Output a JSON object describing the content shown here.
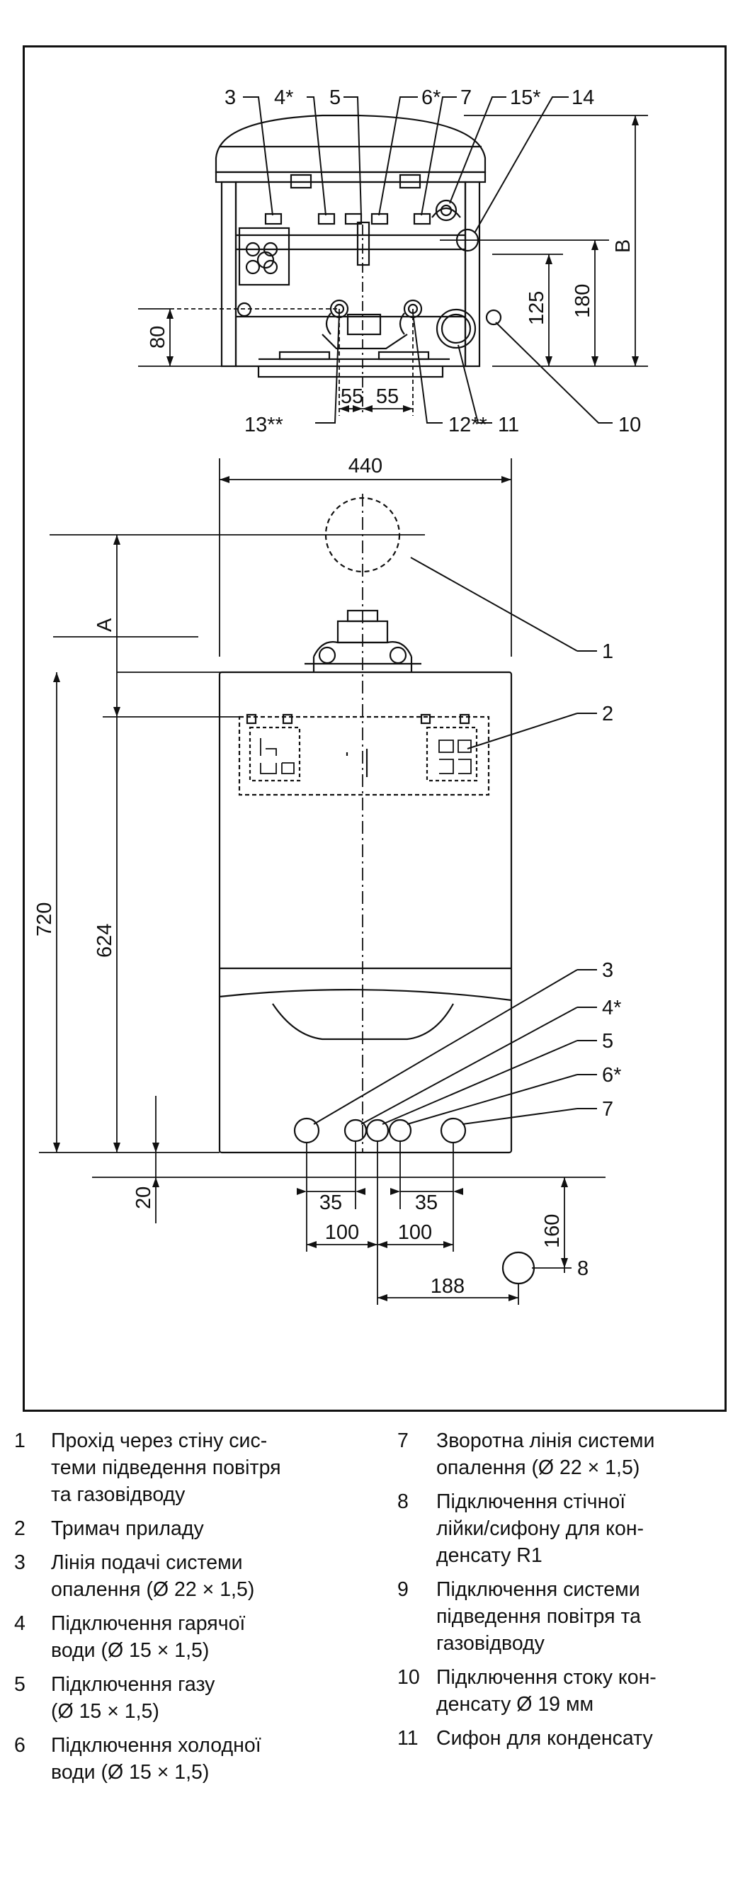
{
  "top_view": {
    "callouts": [
      "3",
      "4*",
      "5",
      "6*",
      "7",
      "15*",
      "14"
    ],
    "bottom_callouts": [
      "13**",
      "12**",
      "11",
      "10"
    ],
    "dims": {
      "d80": "80",
      "d55a": "55",
      "d55b": "55",
      "d125": "125",
      "d180": "180",
      "dB": "B"
    }
  },
  "front_view": {
    "dims": {
      "d440": "440",
      "dA": "A",
      "d720": "720",
      "d624": "624",
      "d20": "20",
      "d35a": "35",
      "d35b": "35",
      "d100a": "100",
      "d100b": "100",
      "d160": "160",
      "d188": "188"
    },
    "callouts": [
      "1",
      "2",
      "3",
      "4*",
      "5",
      "6*",
      "7",
      "8"
    ]
  },
  "legend": {
    "left": [
      {
        "num": "1",
        "text": "Прохід через стіну сис-\nтеми підведення повітря\nта газовідводу"
      },
      {
        "num": "2",
        "text": "Тримач приладу"
      },
      {
        "num": "3",
        "text": "Лінія подачі системи\nопалення (Ø 22 × 1,5)"
      },
      {
        "num": "4",
        "text": "Підключення гарячої\nводи (Ø 15 × 1,5)"
      },
      {
        "num": "5",
        "text": "Підключення газу\n(Ø 15 × 1,5)"
      },
      {
        "num": "6",
        "text": "Підключення холодної\nводи (Ø 15 × 1,5)"
      }
    ],
    "right": [
      {
        "num": "7",
        "text": "Зворотна лінія системи\nопалення (Ø 22 × 1,5)"
      },
      {
        "num": "8",
        "text": "Підключення стічної\nлійки/сифону для кон-\nденсату R1"
      },
      {
        "num": "9",
        "text": "Підключення системи\nпідведення повітря та\nгазовідводу"
      },
      {
        "num": "10",
        "text": "Підключення стоку кон-\nденсату Ø 19 мм"
      },
      {
        "num": "11",
        "text": "Сифон для конденсату"
      }
    ]
  }
}
